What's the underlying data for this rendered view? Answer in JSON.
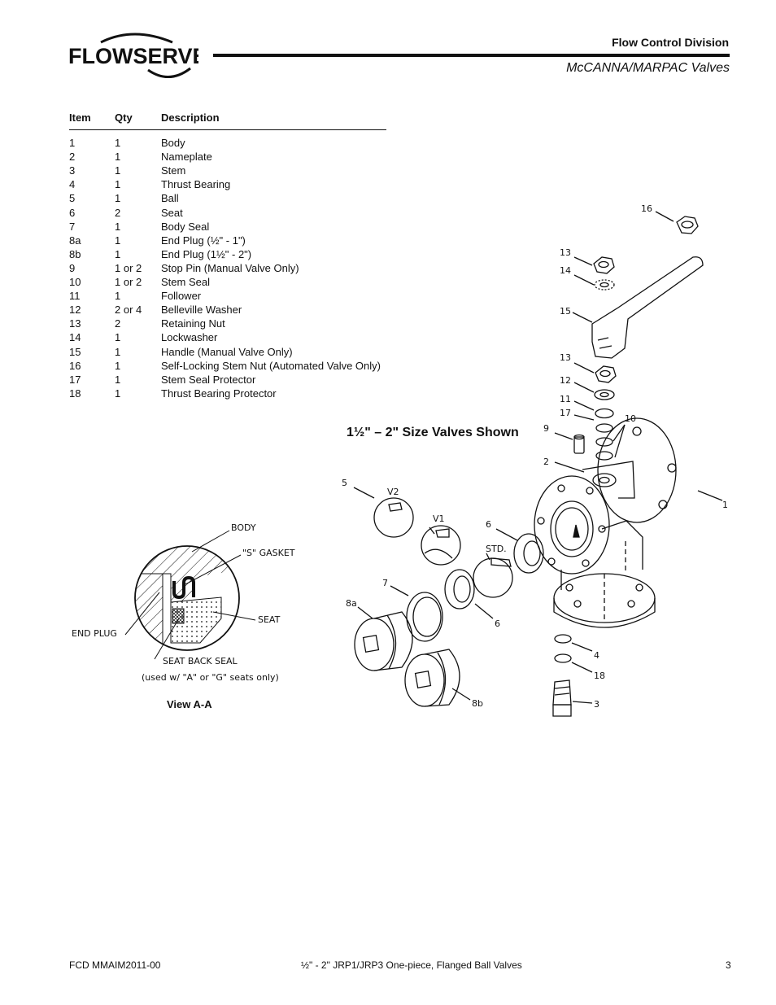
{
  "header": {
    "brand": "FLOWSERVE",
    "division": "Flow Control Division",
    "series": "McCANNA/MARPAC Valves"
  },
  "parts_table": {
    "columns": [
      "Item",
      "Qty",
      "Description"
    ],
    "rows": [
      [
        "1",
        "1",
        "Body"
      ],
      [
        "2",
        "1",
        "Nameplate"
      ],
      [
        "3",
        "1",
        "Stem"
      ],
      [
        "4",
        "1",
        "Thrust Bearing"
      ],
      [
        "5",
        "1",
        "Ball"
      ],
      [
        "6",
        "2",
        "Seat"
      ],
      [
        "7",
        "1",
        "Body Seal"
      ],
      [
        "8a",
        "1",
        "End Plug (½\" - 1\")"
      ],
      [
        "8b",
        "1",
        "End Plug (1½\" - 2\")"
      ],
      [
        "9",
        "1 or 2",
        "Stop Pin (Manual Valve Only)"
      ],
      [
        "10",
        "1 or 2",
        "Stem Seal"
      ],
      [
        "11",
        "1",
        "Follower"
      ],
      [
        "12",
        "2 or 4",
        "Belleville Washer"
      ],
      [
        "13",
        "2",
        "Retaining Nut"
      ],
      [
        "14",
        "1",
        "Lockwasher"
      ],
      [
        "15",
        "1",
        "Handle (Manual Valve Only)"
      ],
      [
        "16",
        "1",
        "Self-Locking Stem Nut (Automated Valve Only)"
      ],
      [
        "17",
        "1",
        "Stem Seal Protector"
      ],
      [
        "18",
        "1",
        "Thrust Bearing Protector"
      ]
    ]
  },
  "figure": {
    "caption": "1½\" – 2\" Size Valves Shown",
    "callouts": [
      "16",
      "13",
      "14",
      "15",
      "13",
      "12",
      "11",
      "17",
      "10",
      "9",
      "2",
      "1",
      "5",
      "V2",
      "V1",
      "6",
      "STD.",
      "7",
      "8a",
      "6",
      "8b",
      "4",
      "18",
      "3"
    ]
  },
  "detail": {
    "labels": [
      "BODY",
      "\"S\" GASKET",
      "SEAT",
      "END PLUG",
      "SEAT BACK SEAL",
      "(used w/ \"A\" or \"G\" seats only)"
    ],
    "caption": "View A-A"
  },
  "footer": {
    "doc_number": "FCD MMAIM2011-00",
    "title": "½\" - 2\" JRP1/JRP3 One-piece, Flanged Ball Valves",
    "page": "3"
  }
}
